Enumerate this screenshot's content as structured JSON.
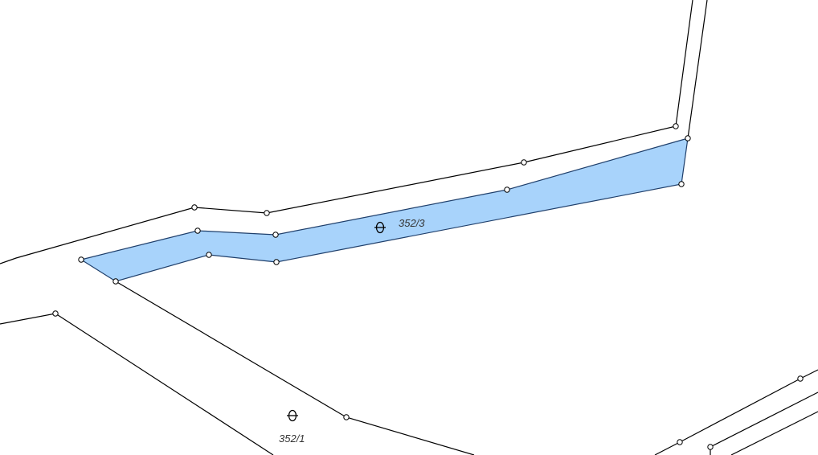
{
  "map": {
    "highlight_fill": "#a8d3fb",
    "highlight_stroke": "#1f3f6b",
    "line_color": "#000000",
    "parcels": [
      {
        "id": "selected",
        "number": "352/3",
        "highlighted": true,
        "symbol": "parcel-centroid-symbol"
      },
      {
        "id": "lower",
        "number": "352/1",
        "highlighted": false,
        "symbol": "parcel-centroid-symbol"
      }
    ]
  }
}
